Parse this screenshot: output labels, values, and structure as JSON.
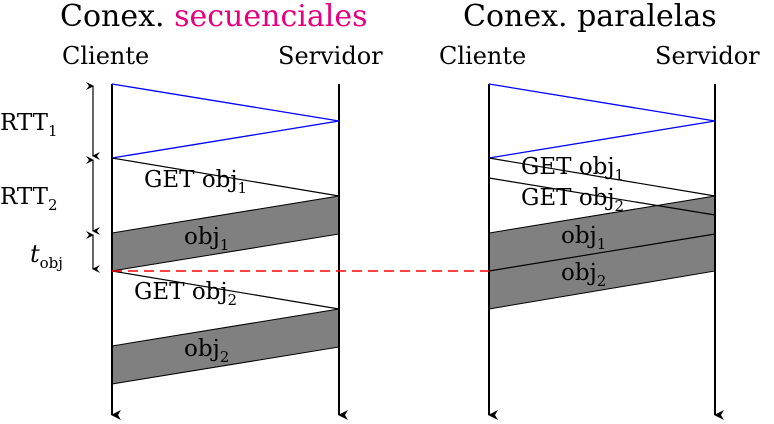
{
  "left": {
    "title_prefix": "Conex. ",
    "title_highlight": "secuenciales",
    "client": "Cliente",
    "server": "Servidor",
    "get1": "GET obj",
    "get1_sub": "1",
    "get2": "GET obj",
    "get2_sub": "2",
    "obj1": "obj",
    "obj1_sub": "1",
    "obj2": "obj",
    "obj2_sub": "2"
  },
  "right": {
    "title": "Conex. paralelas",
    "client": "Cliente",
    "server": "Servidor",
    "get1": "GET obj",
    "get1_sub": "1",
    "get2": "GET obj",
    "get2_sub": "2",
    "obj1": "obj",
    "obj1_sub": "1",
    "obj2": "obj",
    "obj2_sub": "2"
  },
  "timing": {
    "rtt1": "RTT",
    "rtt1_sub": "1",
    "rtt2": "RTT",
    "rtt2_sub": "2",
    "tobj": "t",
    "tobj_sub": "obj"
  },
  "colors": {
    "highlight": "#e6007e",
    "handshake": "#0000ff",
    "data": "#808080",
    "marker": "#ff0000"
  }
}
